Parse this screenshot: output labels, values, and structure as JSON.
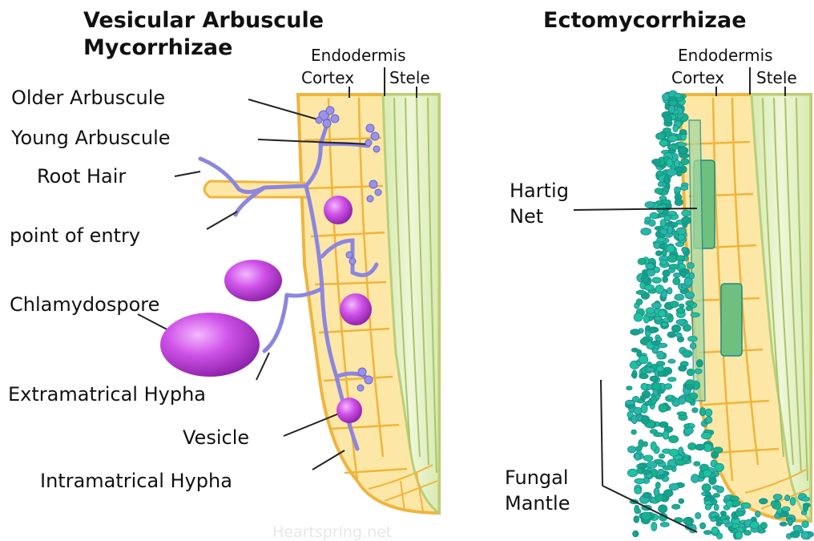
{
  "left_panel": {
    "title_line1": "Vesicular Arbuscule",
    "title_line2": "Mycorrhizae",
    "labels": {
      "endodermis": "Endodermis",
      "cortex": "Cortex",
      "stele": "Stele",
      "older_arbuscule": "Older Arbuscule",
      "young_arbuscule": "Young Arbuscule",
      "root_hair": "Root Hair",
      "point_of_entry": "point of entry",
      "chlamydospore": "Chlamydospore",
      "extramatrical_hypha": "Extramatrical Hypha",
      "vesicle": "Vesicle",
      "intramatrical_hypha": "Intramatrical Hypha"
    }
  },
  "right_panel": {
    "title": "Ectomycorrhizae",
    "labels": {
      "endodermis": "Endodermis",
      "cortex": "Cortex",
      "stele": "Stele",
      "hartig_line1": "Hartig",
      "hartig_line2": "Net",
      "fungal_line1": "Fungal",
      "fungal_line2": "Mantle"
    }
  },
  "watermark": "Heartspring.net",
  "colors": {
    "cortex_fill": "#fde7a6",
    "cell_wall": "#f0b43c",
    "stele_fill": "#e3efc3",
    "stele_line": "#b8cf7a",
    "hypha": "#8c86e0",
    "spore": "#c23fd9",
    "mantle_fill": "#17b28c",
    "mantle_stroke": "#1a8a8a"
  }
}
